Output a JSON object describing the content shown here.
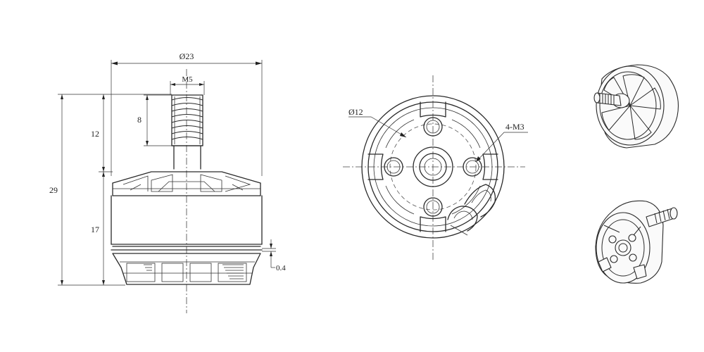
{
  "dimensions": {
    "body_diameter": "Ø23",
    "shaft_thread": "M5",
    "thread_length": "8",
    "shaft_height": "12",
    "total_height": "29",
    "body_height": "17",
    "base_offset": "0.4",
    "mount_circle": "Ø12",
    "mount_holes": "4-M3"
  }
}
